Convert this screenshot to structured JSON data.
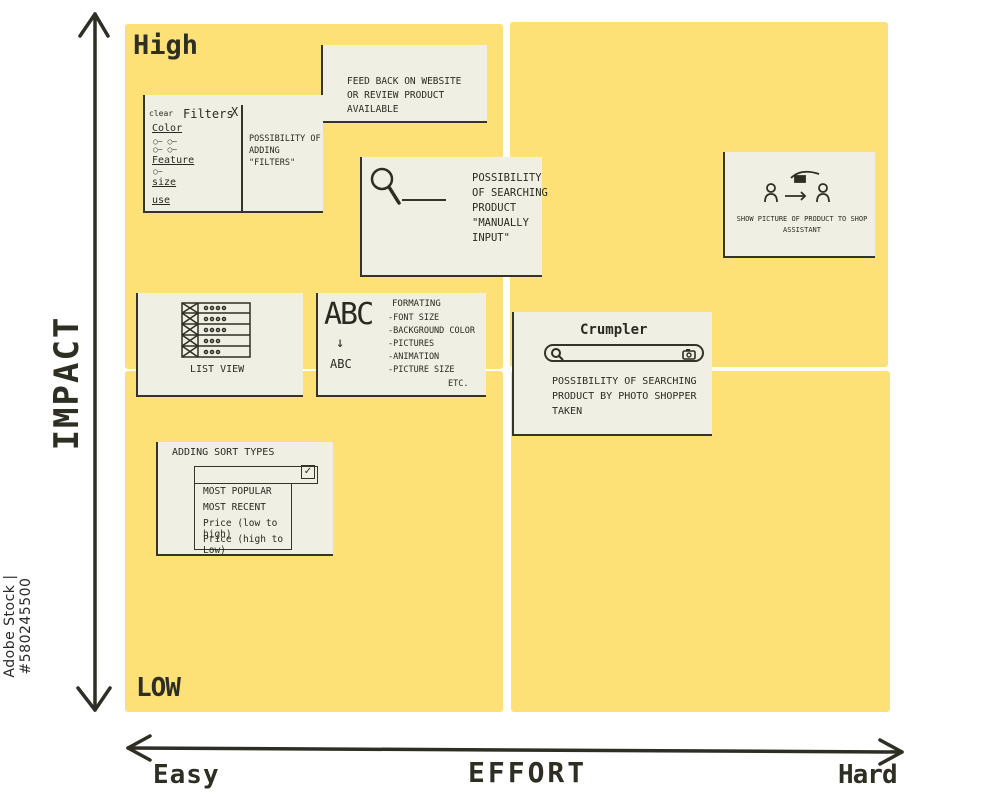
{
  "axes": {
    "y_title": "IMPACT",
    "y_high": "High",
    "y_low": "LOW",
    "x_title": "EFFORT",
    "x_easy": "Easy",
    "x_hard": "Hard"
  },
  "watermark": "Adobe Stock | #580245500",
  "cards": {
    "feedback": {
      "text": "Feed back on website or review product available"
    },
    "filters": {
      "clear": "clear",
      "title": "Filters",
      "close": "X",
      "items": [
        "Color",
        "Feature",
        "size",
        "use"
      ],
      "description": "Possibility of adding \"filters\""
    },
    "manual_search": {
      "text": "Possibility of searching product \"manually input\""
    },
    "show_picture": {
      "text": "Show picture of product to shop assistant"
    },
    "list_view": {
      "label": "List view"
    },
    "formatting": {
      "big": "ABC",
      "arrow": "↓",
      "small": "ABC",
      "title": "Formating",
      "items": [
        "-Font size",
        "-Background color",
        "-Pictures",
        "-Animation",
        "-Picture size"
      ],
      "etc": "etc."
    },
    "photo_search": {
      "brand": "Crumpler",
      "text": "Possibility of searching product by photo shopper taken"
    },
    "sort": {
      "title": "Adding sort types",
      "options": [
        "Most popular",
        "Most recent",
        "Price (low to high)",
        "Price (high to Low)"
      ]
    }
  },
  "colors": {
    "quadrant": "#fde076",
    "card": "#efefe4",
    "ink": "#2e2e24"
  }
}
